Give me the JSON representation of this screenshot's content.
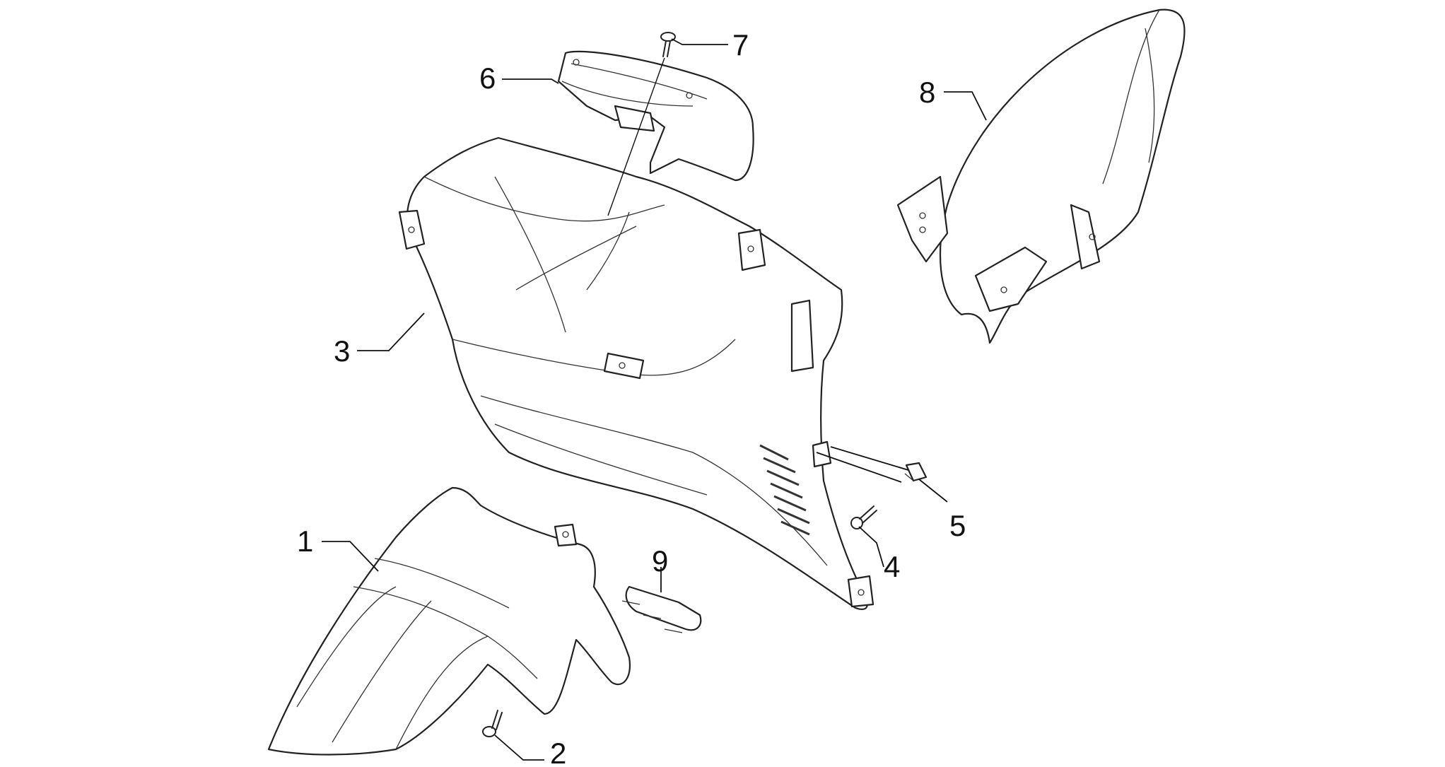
{
  "diagram": {
    "callouts": [
      {
        "id": "1",
        "text": "1"
      },
      {
        "id": "2",
        "text": "2"
      },
      {
        "id": "3",
        "text": "3"
      },
      {
        "id": "4",
        "text": "4"
      },
      {
        "id": "5",
        "text": "5"
      },
      {
        "id": "6",
        "text": "6"
      },
      {
        "id": "7",
        "text": "7"
      },
      {
        "id": "8",
        "text": "8"
      },
      {
        "id": "9",
        "text": "9"
      }
    ],
    "parts": [
      {
        "callout": "1",
        "icon": "front-mudguard-icon"
      },
      {
        "callout": "2",
        "icon": "screw-icon"
      },
      {
        "callout": "3",
        "icon": "leg-shield-inner-panel-icon"
      },
      {
        "callout": "4",
        "icon": "screw-icon"
      },
      {
        "callout": "5",
        "icon": "clip-nut-icon"
      },
      {
        "callout": "6",
        "icon": "glove-box-lid-icon"
      },
      {
        "callout": "7",
        "icon": "screw-icon"
      },
      {
        "callout": "8",
        "icon": "rear-mudguard-icon"
      },
      {
        "callout": "9",
        "icon": "bracket-icon"
      }
    ],
    "colors": {
      "line": "#222222",
      "background": "#ffffff"
    }
  }
}
